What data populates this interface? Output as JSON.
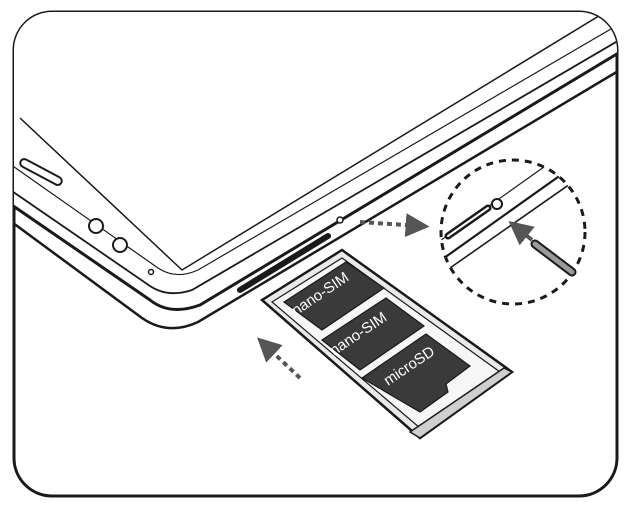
{
  "figure": {
    "slot_labels": {
      "slot1": "nano-SIM",
      "slot2": "nano-SIM",
      "slot3": "microSD"
    },
    "colors": {
      "outline": "#1a1a1a",
      "device_body": "#ffffff",
      "card": "#3a3a3a",
      "card_text": "#ffffff",
      "tray_fill": "#e9e9e9",
      "arrow": "#555555"
    },
    "icons": [
      "eject-pin-icon",
      "sim-tray-icon",
      "insert-arrow-icon"
    ]
  }
}
